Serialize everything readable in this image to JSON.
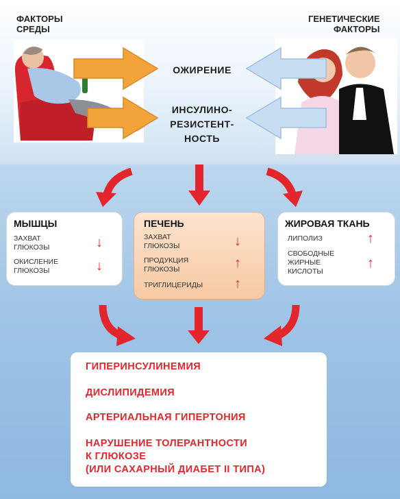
{
  "top": {
    "left_label_line1": "ФАКТОРЫ",
    "left_label_line2": "СРЕДЫ",
    "right_label_line1": "ГЕНЕТИЧЕСКИЕ",
    "right_label_line2": "ФАКТОРЫ",
    "center_item1": "ОЖИРЕНИЕ",
    "center_item2_line1": "ИНСУЛИНО-",
    "center_item2_line2": "РЕЗИСТЕНТ-",
    "center_item2_line3": "НОСТЬ"
  },
  "boxes": {
    "muscles": {
      "title": "МЫШЦЫ",
      "items": [
        {
          "line1": "ЗАХВАТ",
          "line2": "ГЛЮКОЗЫ",
          "direction": "↓"
        },
        {
          "line1": "ОКИСЛЕНИЕ",
          "line2": "ГЛЮКОЗЫ",
          "direction": "↓"
        }
      ]
    },
    "liver": {
      "title": "ПЕЧЕНЬ",
      "items": [
        {
          "line1": "ЗАХВАТ",
          "line2": "ГЛЮКОЗЫ",
          "direction": "↓"
        },
        {
          "line1": "ПРОДУКЦИЯ",
          "line2": "ГЛЮКОЗЫ",
          "direction": "↑"
        },
        {
          "line1": "ТРИГЛИЦЕРИДЫ",
          "line2": "",
          "direction": "↑"
        }
      ]
    },
    "fat": {
      "title": "ЖИРОВАЯ ТКАНЬ",
      "items": [
        {
          "line1": "ЛИПОЛИЗ",
          "line2": "",
          "direction": "↑"
        },
        {
          "line1": "СВОБОДНЫЕ",
          "line2": "ЖИРНЫЕ",
          "line3": "КИСЛОТЫ",
          "direction": "↑"
        }
      ]
    }
  },
  "results": [
    "ГИПЕРИНСУЛИНЕМИЯ",
    "ДИСЛИПИДЕМИЯ",
    "АРТЕРИАЛЬНАЯ ГИПЕРТОНИЯ",
    "НАРУШЕНИЕ ТОЛЕРАНТНОСТИ",
    "К ГЛЮКОЗЕ",
    "(ИЛИ САХАРНЫЙ ДИАБЕТ II ТИПА)"
  ],
  "colors": {
    "accent_red": "#e2262b",
    "left_arrow_orange": "#f0a23a",
    "right_arrow_blue": "#bfd8f0",
    "liver_fill": "#f7c9a3"
  }
}
